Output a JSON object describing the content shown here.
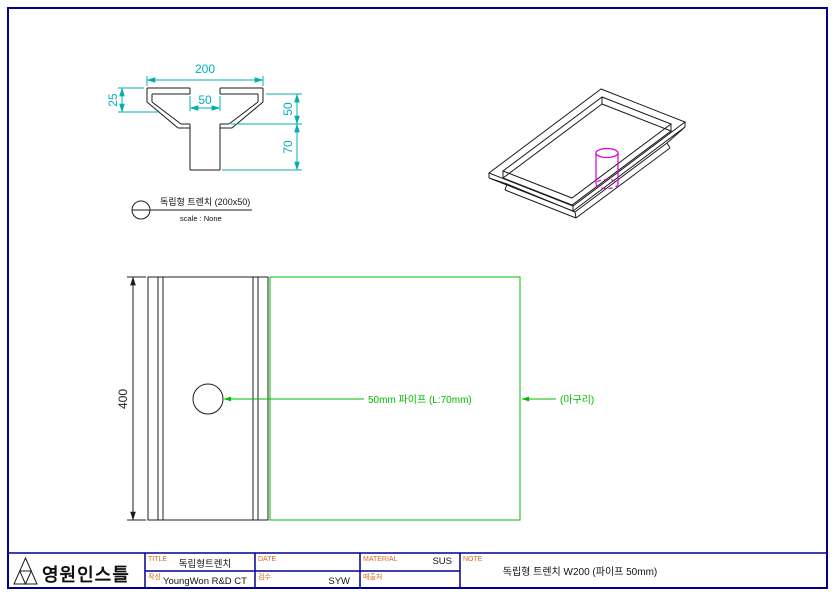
{
  "cross_section": {
    "dim_top_width": "200",
    "dim_slot_width": "50",
    "dim_lip_height": "25",
    "dim_body_depth": "50",
    "dim_pipe_length": "70",
    "marker_label": "독립형 트렌치 (200x50)",
    "marker_scale": "scale : None"
  },
  "plan_view": {
    "dim_length": "400",
    "pipe_callout": "50mm 파이프 (L:70mm)",
    "endcap_callout": "(마구리)"
  },
  "title_block": {
    "logo_text": "영원인스틀",
    "title_label": "TITLE",
    "title_value": "독립형트렌치",
    "author_label": "작성",
    "author_value": "YoungWon R&D CT",
    "date_label": "DATE",
    "date_value": "",
    "checker_label": "검수",
    "checker_value": "SYW",
    "material_label": "MATERIAL",
    "material_value": "SUS",
    "customer_label": "매출처",
    "customer_value": "",
    "note_label": "NOTE",
    "note_value": "독립형 트렌치 W200 (파이프 50mm)"
  },
  "colors": {
    "border": "#000090",
    "line": "#1c1c1c",
    "dimension": "#00b0b0",
    "annotation": "#00bb00",
    "pipe": "#d400d4",
    "label": "#d2691e",
    "bg": "#ffffff"
  }
}
